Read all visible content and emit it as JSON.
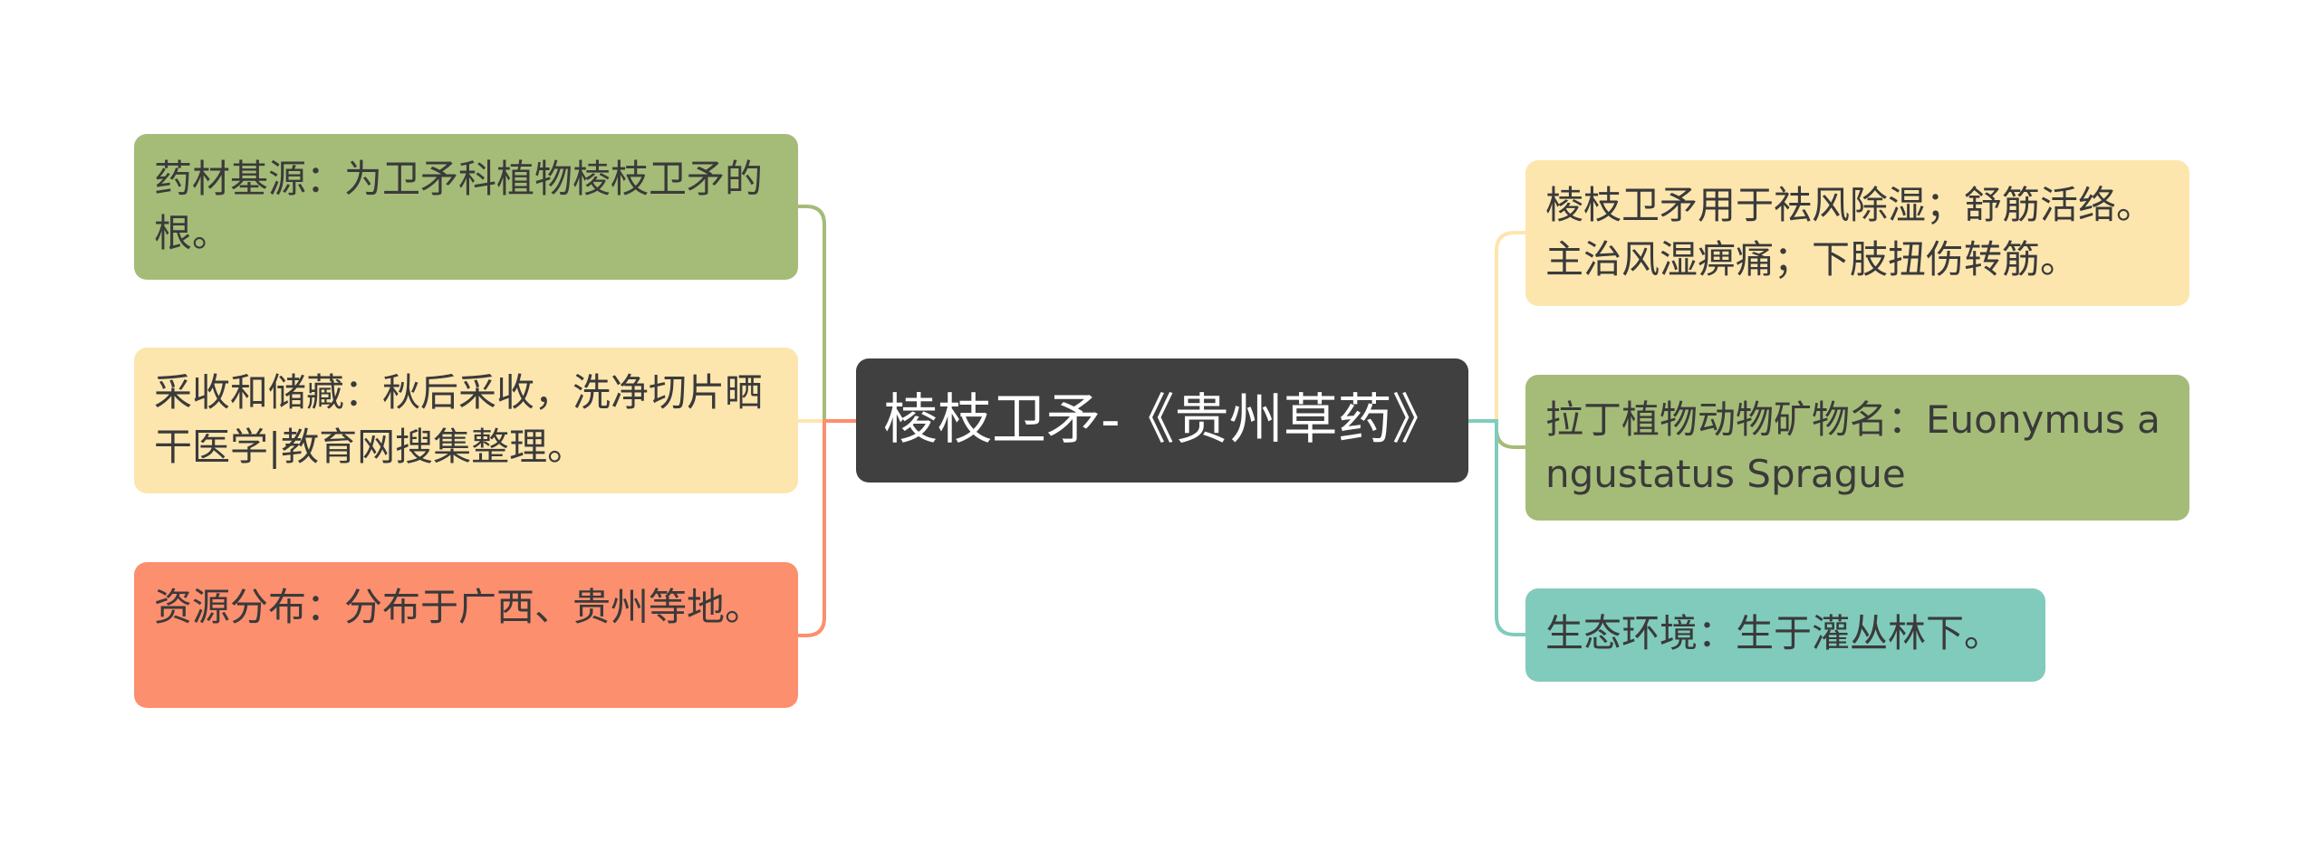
{
  "colors": {
    "background": "#ffffff",
    "center_fill": "#404040",
    "center_text": "#ffffff",
    "node_text": "#3a3a3a",
    "green": "#a5bc78",
    "yellow": "#fde6ae",
    "orange": "#fc8f6e",
    "teal": "#80cbbc"
  },
  "center": {
    "title": "棱枝卫矛-《贵州草药》"
  },
  "left_branches": [
    {
      "text": "药材基源：为卫矛科植物棱枝卫矛的根。",
      "color": "green"
    },
    {
      "text": "采收和储藏：秋后采收，洗净切片晒干医学|教育网搜集整理。",
      "color": "yellow"
    },
    {
      "text": "资源分布：分布于广西、贵州等地。",
      "color": "orange"
    }
  ],
  "right_branches": [
    {
      "text": "棱枝卫矛用于祛风除湿；舒筋活络。主治风湿痹痛；下肢扭伤转筋。",
      "color": "yellow"
    },
    {
      "text": "拉丁植物动物矿物名：Euonymus angustatus Sprague",
      "color": "green"
    },
    {
      "text": "生态环境：生于灌丛林下。",
      "color": "teal"
    }
  ]
}
